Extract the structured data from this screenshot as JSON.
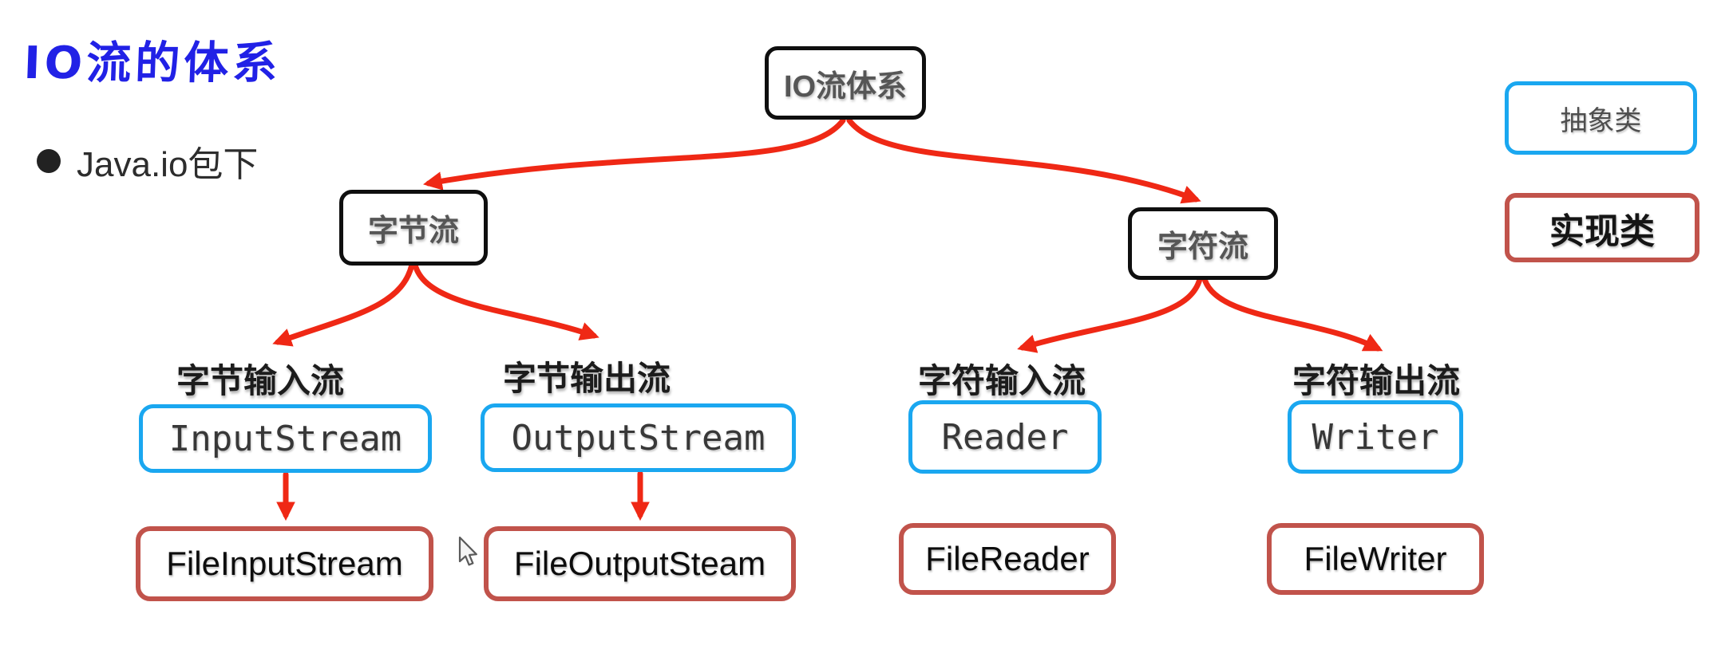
{
  "header": {
    "title": "IO流的体系",
    "bullet_text": "Java.io包下"
  },
  "diagram": {
    "root_label": "IO流体系",
    "branches": [
      {
        "label": "字节流",
        "children": [
          {
            "category": "字节输入流",
            "abstract_class": "InputStream",
            "impl_class": "FileInputStream"
          },
          {
            "category": "字节输出流",
            "abstract_class": "OutputStream",
            "impl_class": "FileOutputSteam"
          }
        ]
      },
      {
        "label": "字符流",
        "children": [
          {
            "category": "字符输入流",
            "abstract_class": "Reader",
            "impl_class": "FileReader"
          },
          {
            "category": "字符输出流",
            "abstract_class": "Writer",
            "impl_class": "FileWriter"
          }
        ]
      }
    ]
  },
  "legend": {
    "abstract_label": "抽象类",
    "impl_label": "实现类"
  },
  "colors": {
    "abstract_border": "#1aa7f0",
    "impl_border": "#c1534b",
    "arrow_red": "#ef2815",
    "node_border": "#0f0f0f",
    "title_blue": "#2121e6"
  }
}
